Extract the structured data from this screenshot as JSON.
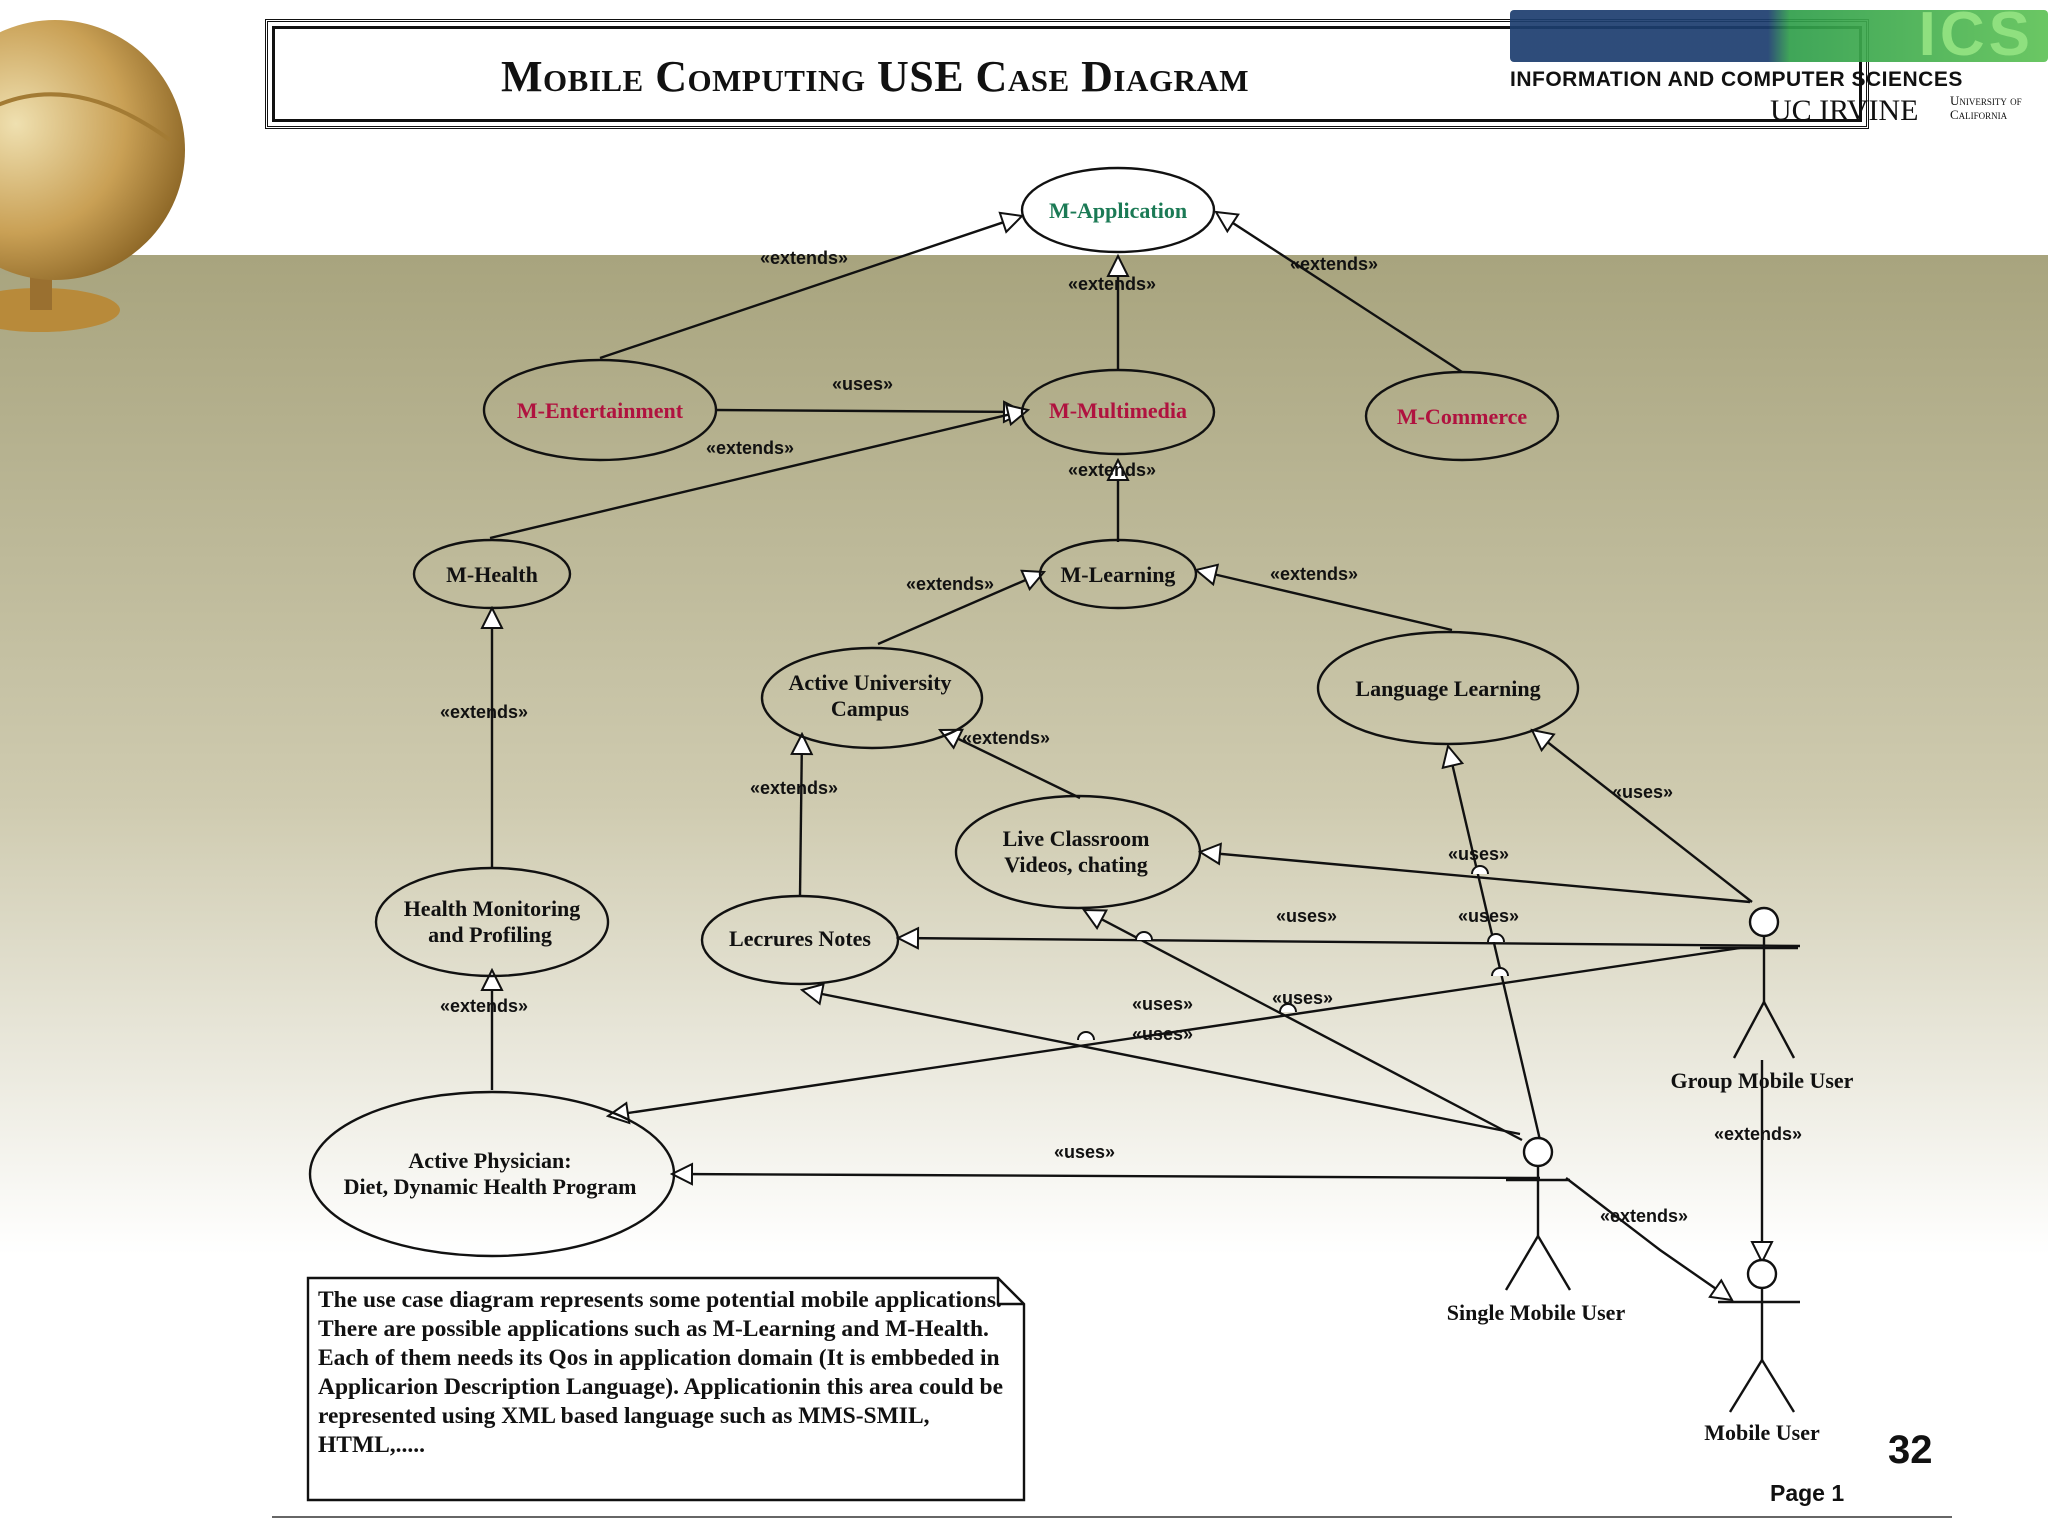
{
  "slide": {
    "title": "Mobile Computing USE Case Diagram",
    "number": "32",
    "page_label": "Page 1"
  },
  "logo": {
    "mark": "ICS",
    "line1": "INFORMATION AND COMPUTER SCIENCES",
    "line2": "UC IRVINE",
    "line3": "University of California"
  },
  "colors": {
    "top_level_usecase": "#1b7a55",
    "app_usecase": "#b0123f",
    "ink": "#111111",
    "backdrop_top": "#ffffff",
    "backdrop_band": "#a8a47e"
  },
  "decorations": [
    "globe-icon"
  ],
  "use_cases": {
    "m_application": "M-Application",
    "m_entertainment": "M-Entertainment",
    "m_multimedia": "M-Multimedia",
    "m_commerce": "M-Commerce",
    "m_health": "M-Health",
    "m_learning": "M-Learning",
    "active_university_campus": [
      "Active University",
      "Campus"
    ],
    "language_learning": "Language Learning",
    "live_classroom": [
      "Live Classroom",
      "Videos, chating"
    ],
    "health_monitoring": [
      "Health Monitoring",
      "and Profiling"
    ],
    "lecture_notes": "Lecrures Notes",
    "active_physician": [
      "Active Physician:",
      "Diet, Dynamic Health Program"
    ]
  },
  "actors": {
    "group_mobile_user": "Group Mobile User",
    "single_mobile_user": "Single Mobile User",
    "mobile_user": "Mobile User"
  },
  "relations": {
    "extends": "«extends»",
    "uses": "«uses»"
  },
  "note": "The use case diagram represents some potential mobile applications. There are possible applications such as M-Learning and M-Health. Each of them needs its Qos in application domain (It is embbeded in Applicarion Description Language). Applicationin this area could be represented using XML based language such as MMS-SMIL, HTML,....."
}
